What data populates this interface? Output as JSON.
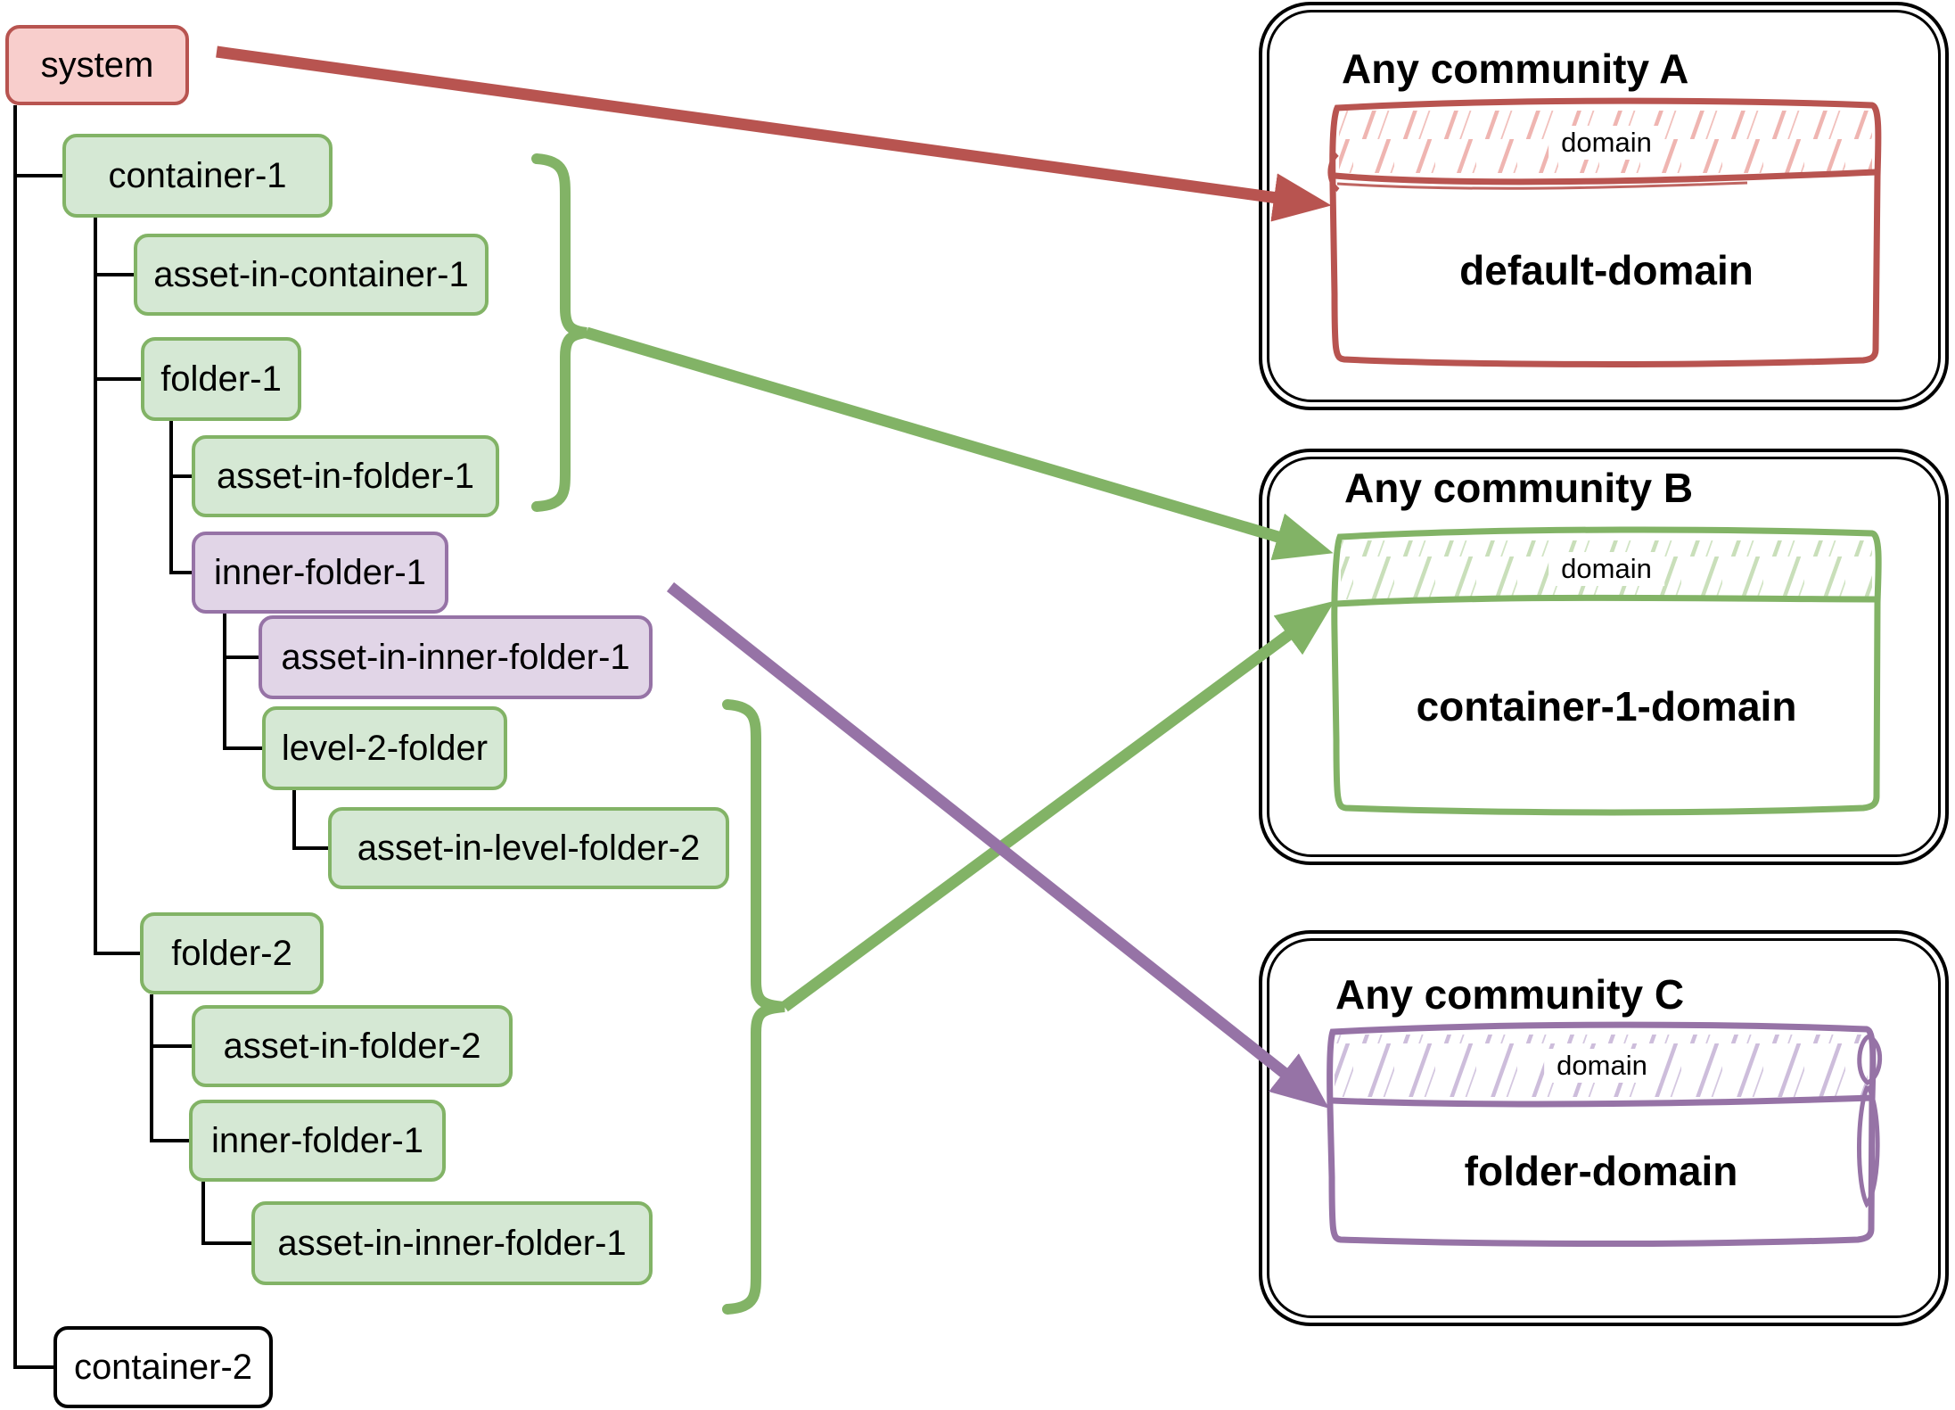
{
  "tree": {
    "nodes": [
      {
        "id": "system",
        "label": "system",
        "style": "red"
      },
      {
        "id": "container-1",
        "label": "container-1",
        "style": "green"
      },
      {
        "id": "asset-in-container-1",
        "label": "asset-in-container-1",
        "style": "green"
      },
      {
        "id": "folder-1",
        "label": "folder-1",
        "style": "green"
      },
      {
        "id": "asset-in-folder-1",
        "label": "asset-in-folder-1",
        "style": "green"
      },
      {
        "id": "inner-folder-1",
        "label": "inner-folder-1",
        "style": "purple"
      },
      {
        "id": "asset-in-inner-folder-1",
        "label": "asset-in-inner-folder-1",
        "style": "purple"
      },
      {
        "id": "level-2-folder",
        "label": "level-2-folder",
        "style": "green"
      },
      {
        "id": "asset-in-level-folder-2",
        "label": "asset-in-level-folder-2",
        "style": "green"
      },
      {
        "id": "folder-2",
        "label": "folder-2",
        "style": "green"
      },
      {
        "id": "asset-in-folder-2",
        "label": "asset-in-folder-2",
        "style": "green"
      },
      {
        "id": "inner-folder-1-b",
        "label": "inner-folder-1",
        "style": "green"
      },
      {
        "id": "asset-in-inner-folder-1-b",
        "label": "asset-in-inner-folder-1",
        "style": "green"
      },
      {
        "id": "container-2",
        "label": "container-2",
        "style": "white"
      }
    ]
  },
  "communities": [
    {
      "title": "Any community A",
      "band_label": "domain",
      "domain_label": "default-domain",
      "color": "#b85450"
    },
    {
      "title": "Any community B",
      "band_label": "domain",
      "domain_label": "container-1-domain",
      "color": "#82b366"
    },
    {
      "title": "Any community C",
      "band_label": "domain",
      "domain_label": "folder-domain",
      "color": "#9673a6"
    }
  ],
  "relations": [
    {
      "from": "system",
      "to": "default-domain",
      "color": "#b85450",
      "kind": "arrow"
    },
    {
      "from": "container-1 group (brace)",
      "to": "container-1-domain",
      "color": "#82b366",
      "kind": "brace-arrow"
    },
    {
      "from": "folder-2 / level-2 group (brace)",
      "to": "container-1-domain",
      "color": "#82b366",
      "kind": "brace-arrow"
    },
    {
      "from": "inner-folder-1",
      "to": "folder-domain",
      "color": "#9673a6",
      "kind": "arrow"
    }
  ],
  "colors": {
    "red_border": "#b85450",
    "red_fill": "#f8cecc",
    "red_hatch": "#efb5b1",
    "green_border": "#82b366",
    "green_fill": "#d5e8d4",
    "green_hatch": "#c9dfba",
    "purple_border": "#9673a6",
    "purple_fill": "#e1d5e7",
    "purple_hatch": "#cdbddb",
    "line": "#000000",
    "background": "#ffffff"
  }
}
